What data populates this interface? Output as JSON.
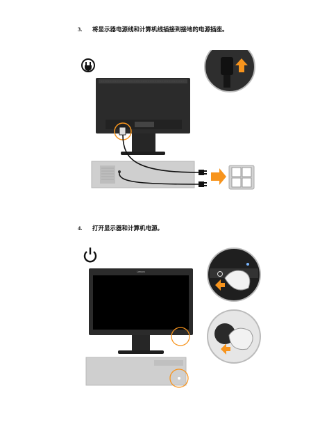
{
  "steps": [
    {
      "number": "3.",
      "text": "将显示器电源线和计算机线插接到接地的电源插座。"
    },
    {
      "number": "4.",
      "text": "打开显示器和计算机电源。"
    }
  ],
  "brand": "Lenovo",
  "icons": [
    "plug-icon",
    "power-icon",
    "up-arrow-icon",
    "right-arrow-icon"
  ],
  "colors": {
    "accent": "#f7941d",
    "monitor": "#2b2b2b",
    "wall": "#cfcfcf"
  }
}
